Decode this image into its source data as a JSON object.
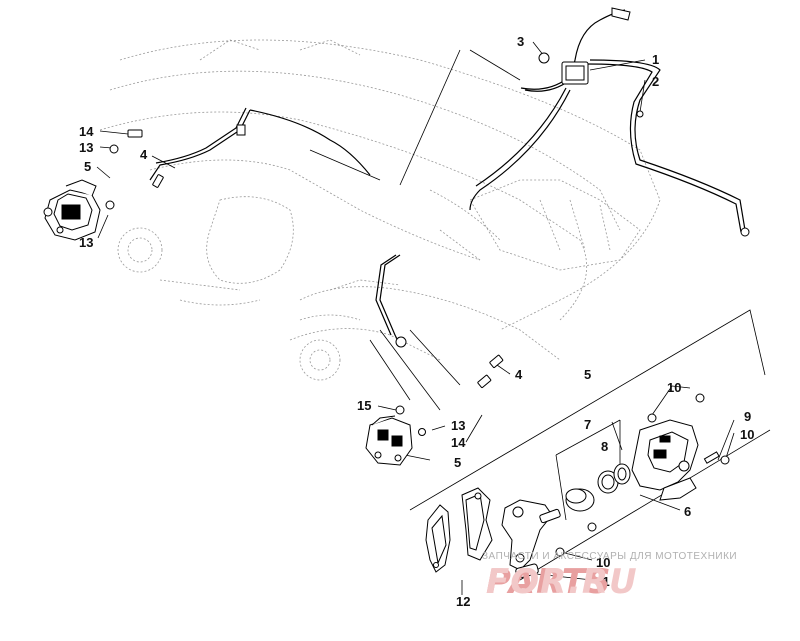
{
  "callouts": {
    "c1": "1",
    "c2": "2",
    "c3": "3",
    "c4a": "4",
    "c4b": "4",
    "c5a": "5",
    "c5b": "5",
    "c5c": "5",
    "c6": "6",
    "c7": "7",
    "c8": "8",
    "c9": "9",
    "c10a": "10",
    "c10b": "10",
    "c10c": "10",
    "c11": "11",
    "c12": "12",
    "c13a": "13",
    "c13b": "13",
    "c13c": "13",
    "c14a": "14",
    "c14b": "14",
    "c15": "15"
  },
  "watermark": {
    "text": "ЗАПЧАСТИ И АКСЕССУАРЫ ДЛЯ МОТОТЕХНИКИ",
    "logo_part1": "PARTS",
    "logo_part2": "FOR.RU",
    "color_red": "#e8a0a0",
    "color_pink": "#f2c8c8"
  }
}
